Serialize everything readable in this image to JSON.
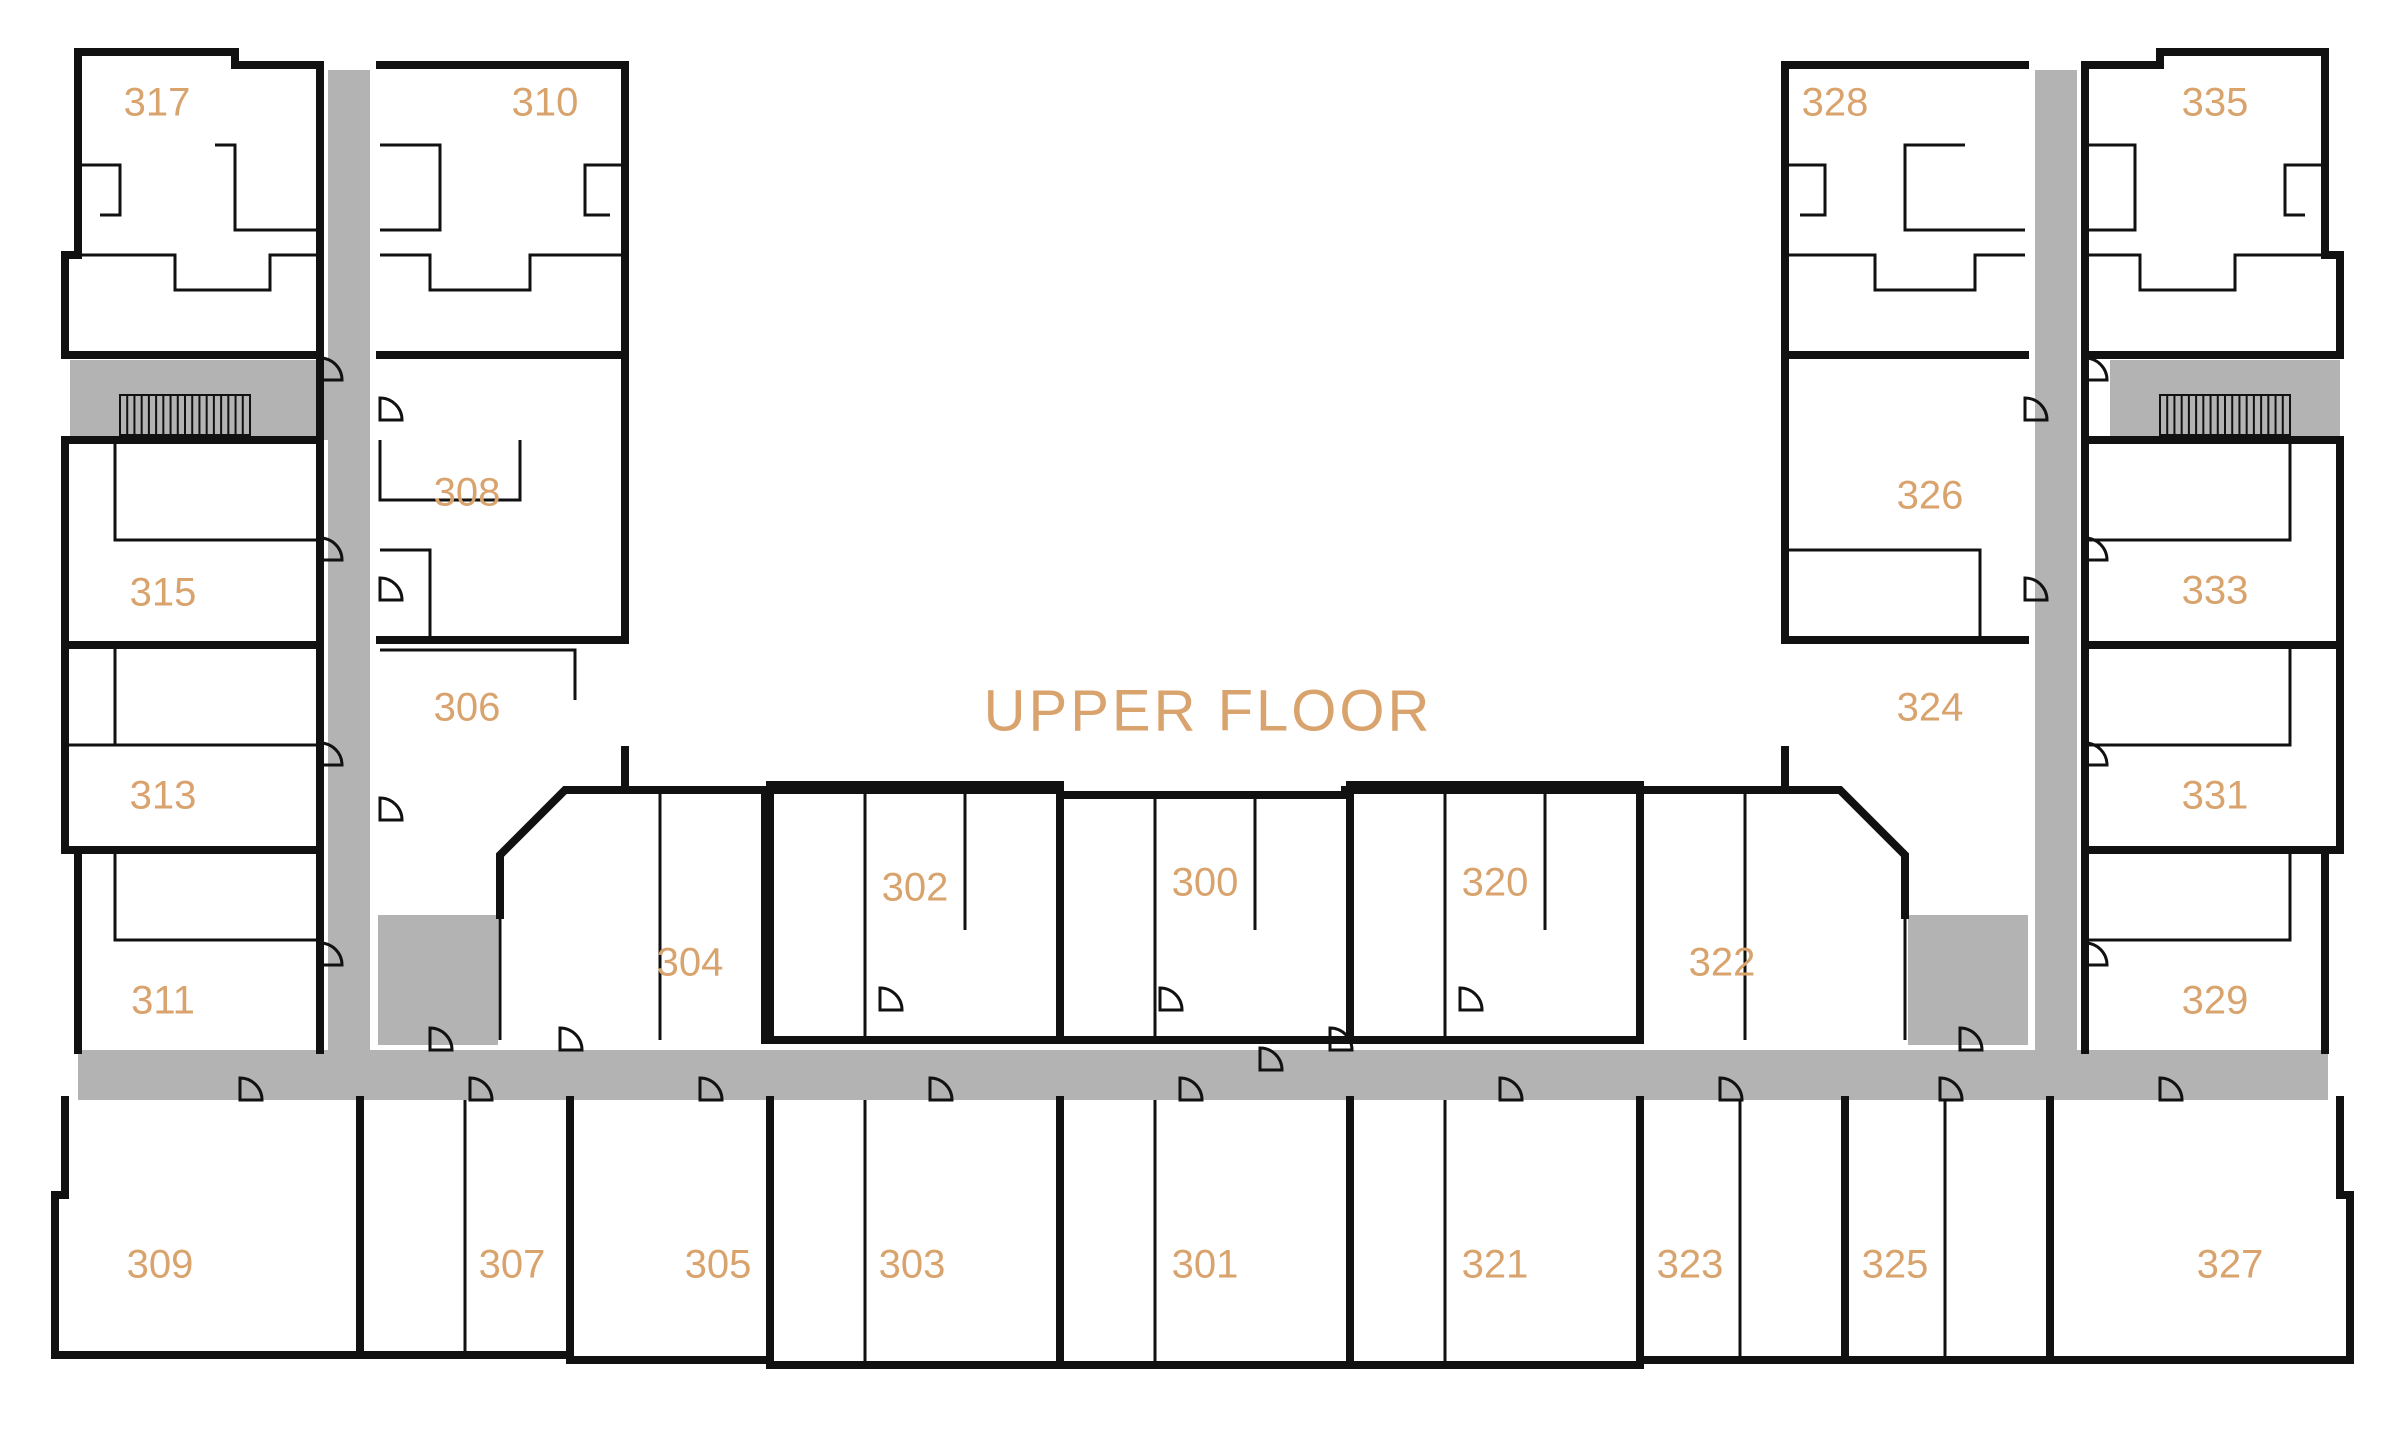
{
  "floor_title": "UPPER FLOOR",
  "colors": {
    "label": "#d9a36d",
    "wall": "#111111",
    "corridor": "#b3b3b3",
    "background": "#ffffff"
  },
  "units": [
    "317",
    "310",
    "328",
    "335",
    "308",
    "326",
    "315",
    "333",
    "306",
    "324",
    "313",
    "331",
    "302",
    "300",
    "320",
    "304",
    "322",
    "311",
    "329",
    "309",
    "307",
    "305",
    "303",
    "301",
    "321",
    "323",
    "325",
    "327"
  ]
}
